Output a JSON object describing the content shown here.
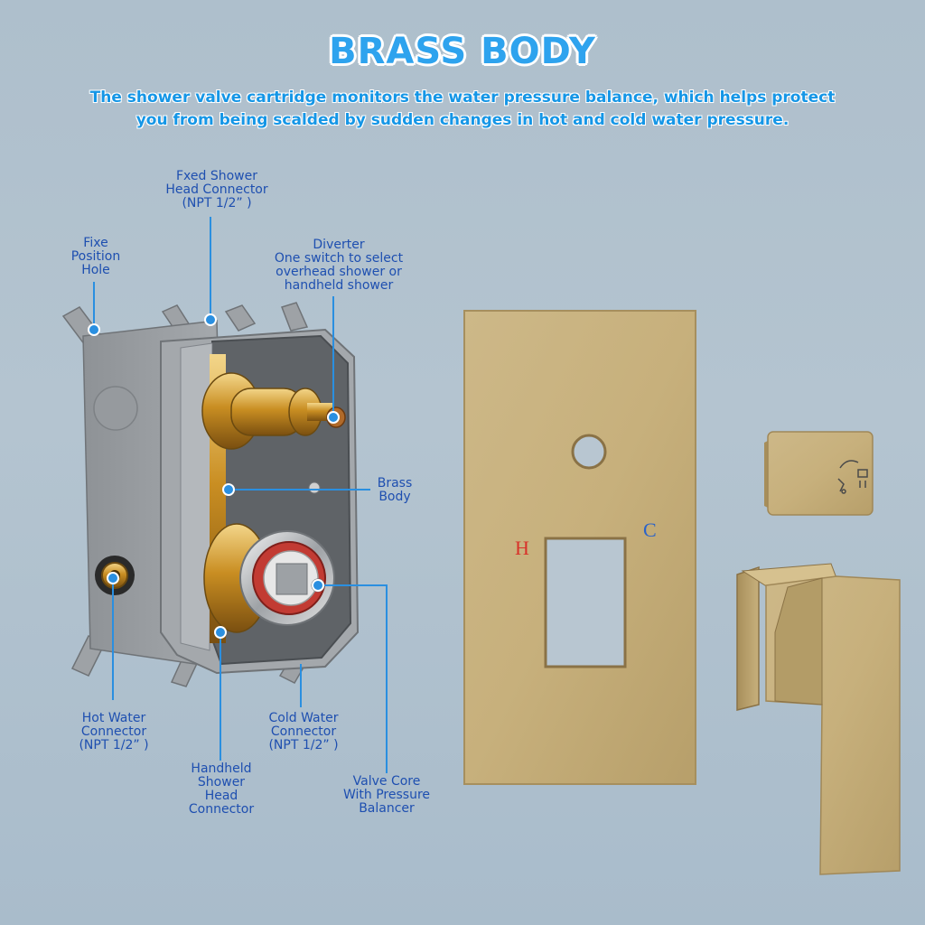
{
  "header": {
    "title": "BRASS BODY",
    "subtitle_line1": "The shower valve cartridge monitors the water pressure balance, which helps protect",
    "subtitle_line2": "you from being scalded by sudden changes in hot and cold water pressure."
  },
  "callouts": {
    "fixed_head": [
      "Fxed Shower",
      "Head Connector",
      "(NPT 1/2”  )"
    ],
    "fixe_hole": [
      "Fixe",
      "Position",
      "Hole"
    ],
    "diverter": [
      "Diverter",
      "One switch to select",
      "overhead shower or",
      "handheld shower"
    ],
    "brass_body": [
      "Brass",
      "Body"
    ],
    "hot_water": [
      "Hot Water",
      "Connector",
      "(NPT 1/2”  )"
    ],
    "cold_water": [
      "Cold Water",
      "Connector",
      "(NPT 1/2”  )"
    ],
    "handheld": [
      "Handheld",
      "Shower",
      "Head",
      "Connector"
    ],
    "valve_core": [
      "Valve Core",
      "With Pressure",
      "Balancer"
    ]
  },
  "panel": {
    "hot_mark": "H",
    "cold_mark": "C"
  },
  "colors": {
    "accent": "#2ea3ee",
    "callout_line": "#2a8fe0",
    "brass": "#c9b27a",
    "hot": "#d8322a",
    "cold": "#2a63c9"
  }
}
